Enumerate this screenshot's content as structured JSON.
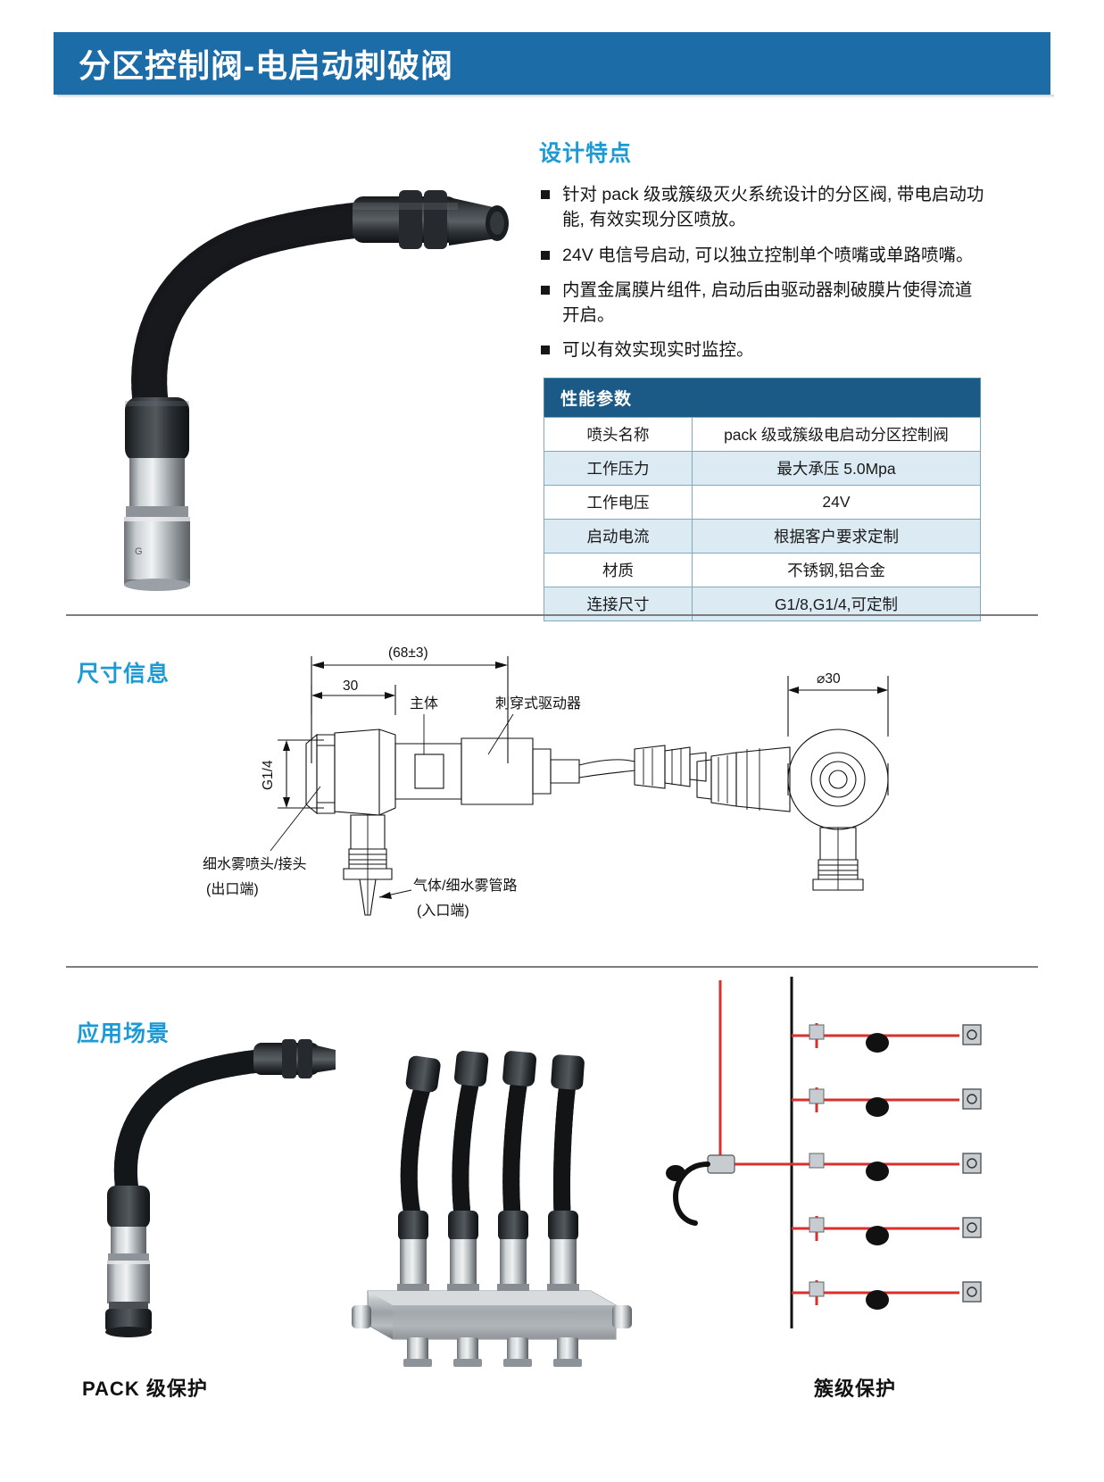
{
  "header": {
    "title": "分区控制阀-电启动刺破阀",
    "band_color": "#1c6ca8"
  },
  "features": {
    "heading": "设计特点",
    "items": [
      "针对 pack 级或簇级灭火系统设计的分区阀, 带电启动功能, 有效实现分区喷放。",
      "24V 电信号启动, 可以独立控制单个喷嘴或单路喷嘴。",
      "内置金属膜片组件, 启动后由驱动器刺破膜片使得流道开启。",
      "可以有效实现实时监控。"
    ]
  },
  "spec_table": {
    "heading": "性能参数",
    "rows": [
      {
        "key": "喷头名称",
        "value": "pack 级或簇级电启动分区控制阀"
      },
      {
        "key": "工作压力",
        "value": "最大承压 5.0Mpa"
      },
      {
        "key": "工作电压",
        "value": "24V"
      },
      {
        "key": "启动电流",
        "value": "根据客户要求定制"
      },
      {
        "key": "材质",
        "value": "不锈钢,铝合金"
      },
      {
        "key": "连接尺寸",
        "value": "G1/8,G1/4,可定制"
      }
    ]
  },
  "dimensions": {
    "heading": "尺寸信息",
    "labels": {
      "overall_length": "(68±3)",
      "body_width": "30",
      "thread": "G1/4",
      "diameter": "30",
      "diameter_symbol": "⌀",
      "body": "主体",
      "actuator": "刺穿式驱动器",
      "outlet_line1": "细水雾喷头/接头",
      "outlet_line2": "(出口端)",
      "inlet_line1": "气体/细水雾管路",
      "inlet_line2": "(入口端)"
    }
  },
  "application": {
    "heading": "应用场景",
    "captions": {
      "pack": "PACK 级保护",
      "cluster": "簇级保护"
    }
  },
  "colors": {
    "brand_blue": "#1c6ca8",
    "heading_cyan": "#1b9ad6",
    "table_header": "#1b5a86",
    "table_alt_row": "#dceaf3",
    "pipe_red": "#d9302c"
  }
}
